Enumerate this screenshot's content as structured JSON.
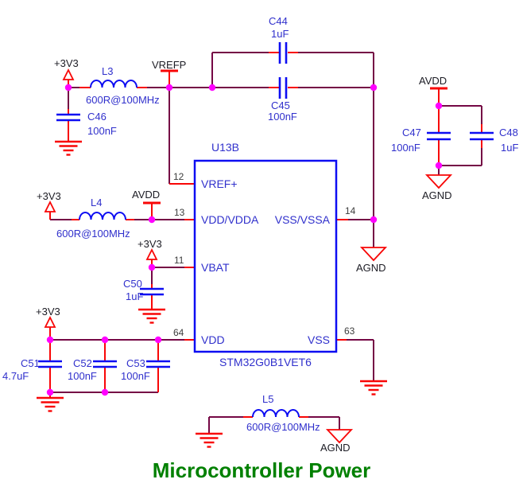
{
  "title": "Microcontroller Power",
  "net_labels": {
    "p3v3": "+3V3",
    "vrefp": "VREFP",
    "avdd": "AVDD",
    "agnd": "AGND"
  },
  "ic": {
    "designator": "U13B",
    "part_number": "STM32G0B1VET6",
    "pins": [
      {
        "number": "12",
        "name": "VREF+",
        "side": "left"
      },
      {
        "number": "13",
        "name": "VDD/VDDA",
        "side": "left"
      },
      {
        "number": "11",
        "name": "VBAT",
        "side": "left"
      },
      {
        "number": "64",
        "name": "VDD",
        "side": "left"
      },
      {
        "number": "14",
        "name": "VSS/VSSA",
        "side": "right"
      },
      {
        "number": "63",
        "name": "VSS",
        "side": "right"
      }
    ]
  },
  "parts": {
    "c44": {
      "ref": "C44",
      "value": "1uF"
    },
    "c45": {
      "ref": "C45",
      "value": "100nF"
    },
    "c46": {
      "ref": "C46",
      "value": "100nF"
    },
    "c47": {
      "ref": "C47",
      "value": "100nF"
    },
    "c48": {
      "ref": "C48",
      "value": "1uF"
    },
    "c50": {
      "ref": "C50",
      "value": "1uF"
    },
    "c51": {
      "ref": "C51",
      "value": "4.7uF"
    },
    "c52": {
      "ref": "C52",
      "value": "100nF"
    },
    "c53": {
      "ref": "C53",
      "value": "100nF"
    },
    "l3": {
      "ref": "L3",
      "value": "600R@100MHz"
    },
    "l4": {
      "ref": "L4",
      "value": "600R@100MHz"
    },
    "l5": {
      "ref": "L5",
      "value": "600R@100MHz"
    }
  },
  "colors": {
    "wire": "#750845",
    "lead": "#f80606",
    "blue": "#0d0df2",
    "bluetext": "#3030cc",
    "nettext": "#1c1c24",
    "pintext": "#3d3d3d",
    "dot": "#ff00ff",
    "titlegreen": "#008000"
  }
}
